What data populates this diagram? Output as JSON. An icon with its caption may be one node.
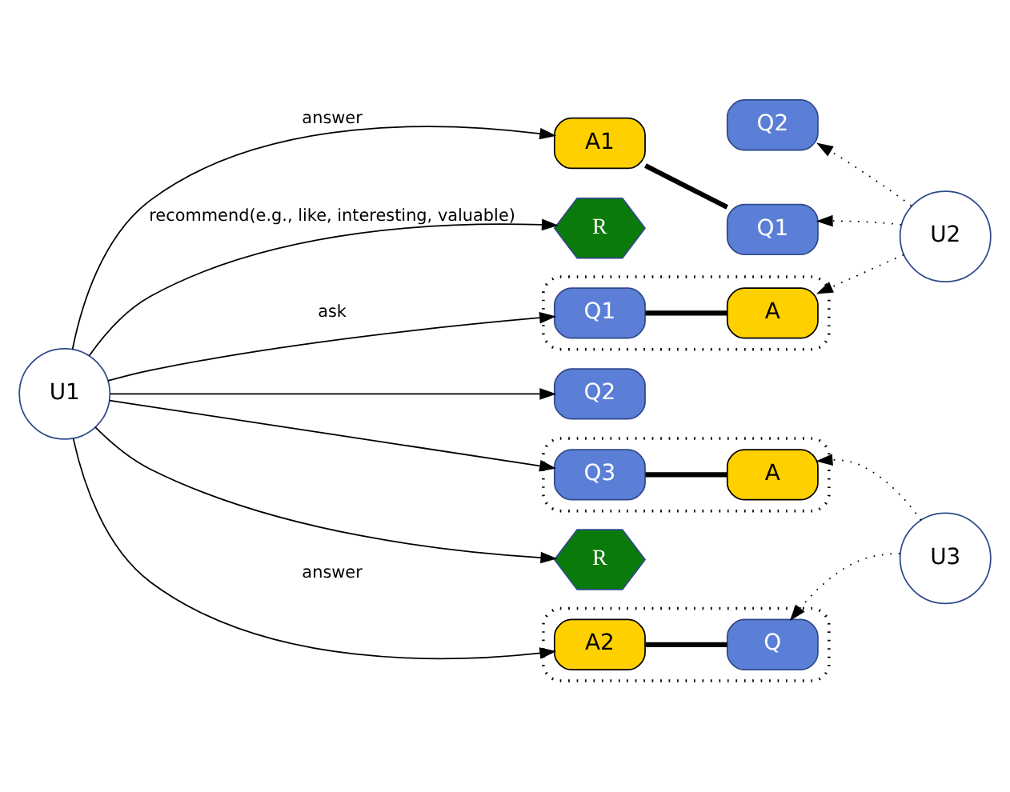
{
  "diagram": {
    "nodes": [
      {
        "text": [
          "A1"
        ]
      },
      {
        "text": [
          "Q1"
        ]
      },
      {
        "text": [
          "Q2"
        ]
      },
      {
        "text": [
          "U2"
        ]
      },
      {
        "text": [
          "R"
        ]
      },
      {
        "text": [],
        "shape": "box"
      },
      {
        "text": [
          "Q1"
        ],
        "in": 5
      },
      {
        "text": [
          "A"
        ],
        "in": 5
      },
      {
        "text": [
          "U1"
        ]
      },
      {
        "text": [
          "Q2"
        ]
      },
      {
        "text": [],
        "shape": "box"
      },
      {
        "text": [
          "Q3"
        ],
        "in": 10
      },
      {
        "text": [
          "A"
        ],
        "in": 10
      },
      {
        "text": [
          "R"
        ]
      },
      {
        "text": [
          "U3"
        ]
      },
      {
        "text": [],
        "shape": "box"
      },
      {
        "text": [
          "A2"
        ],
        "in": 15
      },
      {
        "text": [
          "Q"
        ],
        "in": 15
      }
    ],
    "edges": [
      {
        "from": 8,
        "to": 0,
        "arrow": "to",
        "label": "answer"
      },
      {
        "from": 0,
        "to": 1,
        "arrow": "none",
        "style": "thick"
      },
      {
        "from": 3,
        "to": 1,
        "arrow": "to",
        "style": "dashed"
      },
      {
        "from": 3,
        "to": 2,
        "arrow": "to",
        "style": "dashed"
      },
      {
        "from": 3,
        "to": 7,
        "arrow": "to",
        "style": "dashed"
      },
      {
        "from": 8,
        "to": 4,
        "arrow": "to",
        "label": "recommend(e.g., like, interesting, valuable)"
      },
      {
        "from": 8,
        "to": 6,
        "arrow": "to",
        "label": "ask"
      },
      {
        "from": 6,
        "to": 7,
        "arrow": "none",
        "style": "thick"
      },
      {
        "from": 8,
        "to": 9,
        "arrow": "to"
      },
      {
        "from": 8,
        "to": 11,
        "arrow": "to"
      },
      {
        "from": 11,
        "to": 12,
        "arrow": "none",
        "style": "thick"
      },
      {
        "from": 8,
        "to": 13,
        "arrow": "to"
      },
      {
        "from": 14,
        "to": 12,
        "arrow": "to",
        "style": "dashed"
      },
      {
        "from": 14,
        "to": 17,
        "arrow": "to",
        "style": "dashed"
      },
      {
        "from": 8,
        "to": 16,
        "arrow": "to",
        "label": "answer"
      },
      {
        "from": 16,
        "to": 17,
        "arrow": "none",
        "style": "thick"
      }
    ]
  }
}
